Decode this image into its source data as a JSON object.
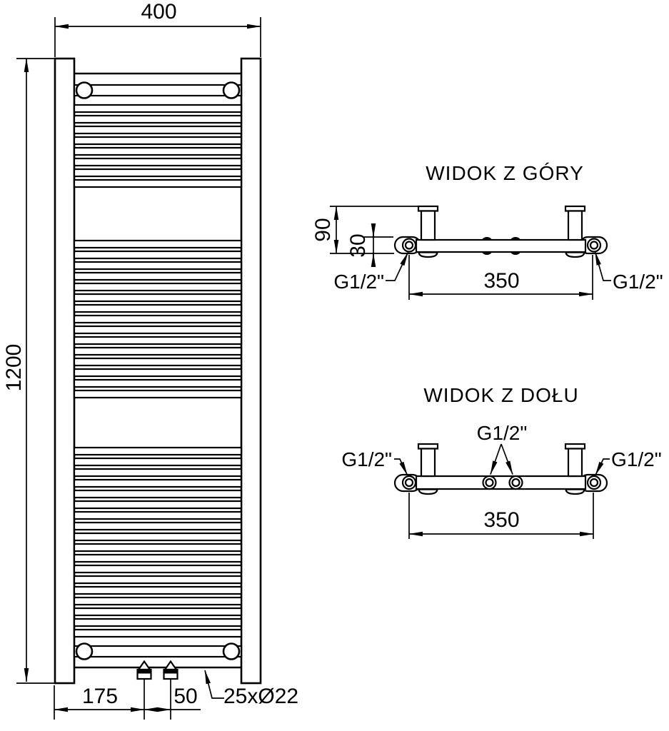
{
  "drawing_title": "towel-radiator-technical-drawing",
  "front_view": {
    "dim_width": "400",
    "dim_height": "1200",
    "dim_valve_offset": "175",
    "dim_valve_spacing": "50",
    "tube_spec": "25xØ22",
    "rung_groups": [
      {
        "start": 147,
        "count": 8,
        "pitch": 15
      },
      {
        "start": 337,
        "count": 15,
        "pitch": 15
      },
      {
        "start": 627,
        "count": 18,
        "pitch": 15
      }
    ]
  },
  "top_view": {
    "title": "WIDOK Z GÓRY",
    "dim_depth": "90",
    "dim_collector": "30",
    "dim_connections": "350",
    "connection_left": "G1/2\"",
    "connection_right": "G1/2\""
  },
  "bottom_view": {
    "title": "WIDOK Z DOŁU",
    "dim_connections": "350",
    "connection_left": "G1/2\"",
    "connection_center": "G1/2\"",
    "connection_right": "G1/2\""
  },
  "colors": {
    "line": "#000000",
    "background": "#ffffff"
  }
}
